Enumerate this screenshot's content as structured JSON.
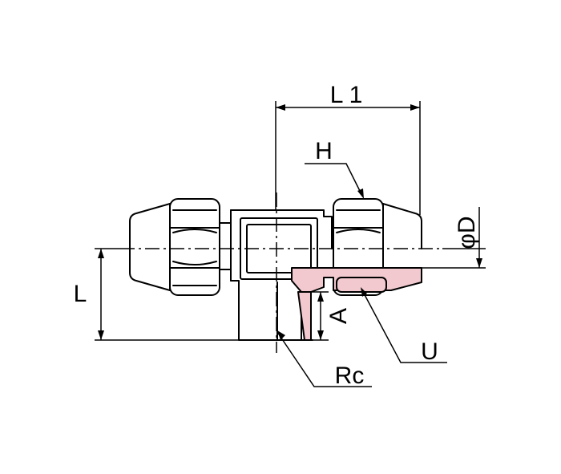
{
  "labels": {
    "L1": "L 1",
    "H": "H",
    "phiD": "φD",
    "L": "L",
    "A": "A",
    "U": "U",
    "Rc": "Rc"
  },
  "colors": {
    "line": "#000000",
    "hatch": "#f2c9cf",
    "background": "#ffffff"
  }
}
